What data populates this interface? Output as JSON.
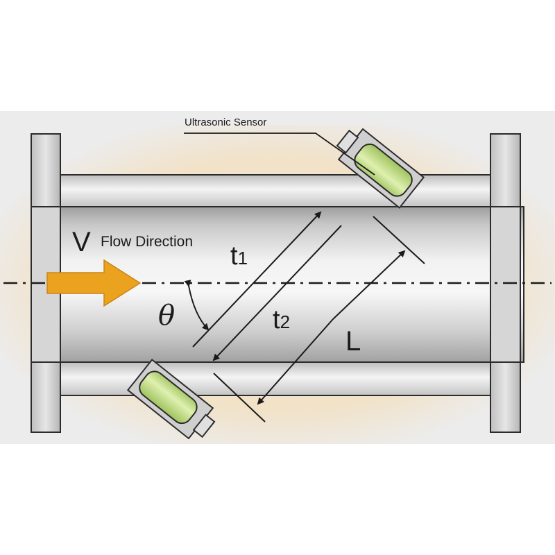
{
  "labels": {
    "sensor": "Ultrasonic Sensor",
    "velocity": "V",
    "flow_direction": "Flow Direction",
    "t1": "t",
    "t1_sub": "1",
    "t2": "t",
    "t2_sub": "2",
    "length": "L",
    "angle": "θ"
  },
  "colors": {
    "background_panel": "#ebebeb",
    "glow": "#f6d9a8",
    "pipe_light": "#f4f4f4",
    "pipe_dark": "#a9a9a9",
    "outline": "#2b2b2b",
    "sensor_green": "#cfe59a",
    "sensor_green_dark": "#9fc35e",
    "arrow_orange": "#eaa21f"
  },
  "icons": {
    "flow_arrow": "right-arrow-icon",
    "sensor": "transducer-icon"
  }
}
